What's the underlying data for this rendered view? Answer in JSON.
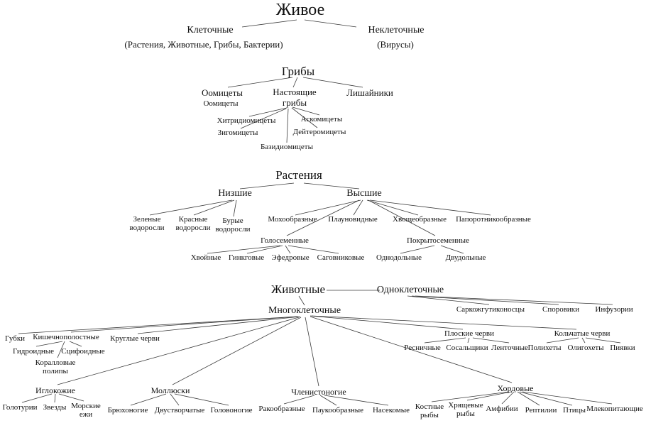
{
  "diagram": {
    "root": "Живое",
    "cellular": "Клеточные",
    "cellular_sub": "(Растения, Животные, Грибы, Бактерии)",
    "noncellular": "Неклеточные",
    "noncellular_sub": "(Вирусы)"
  },
  "fungi": {
    "title": "Грибы",
    "oomycetes": "Оомицеты",
    "true_fungi": "Настоящие грибы",
    "lichens": "Лишайники",
    "oomycetes_small": "Оомицеты",
    "chytridiomycetes": "Хитридиомицеты",
    "ascomycetes": "Аскомицеты",
    "zygomycetes": "Зигомицеты",
    "deuteromycetes": "Дейтеромицеты",
    "basidiomycetes": "Базидиомицеты"
  },
  "plants": {
    "title": "Растения",
    "lower": "Низшие",
    "higher": "Высшие",
    "green_algae": "Зеленые водоросли",
    "red_algae": "Красные водоросли",
    "brown_algae": "Бурые водоросли",
    "mosses": "Мохообразные",
    "lycophytes": "Плауновидные",
    "horsetails": "Хвощеобразные",
    "ferns": "Папоротникообразные",
    "gymnosperms": "Голосеменные",
    "angiosperms": "Покрытосеменные",
    "conifers": "Хвойные",
    "ginkgo": "Гинкговые",
    "ephedra": "Эфедровые",
    "cycads": "Саговниковые",
    "monocots": "Однодольные",
    "dicots": "Двудольные"
  },
  "animals": {
    "title": "Животные",
    "unicellular": "Одноклеточные",
    "multicellular": "Многоклеточные",
    "sarcomastigophora": "Саркожгутиконосцы",
    "sporozoa": "Споровики",
    "ciliates": "Инфузории",
    "sponges": "Губки",
    "cnidarians": "Кишечнополостные",
    "hydrozoa": "Гидроидные",
    "scyphozoa": "Сцифоидные",
    "coral_polyps": "Коралловые полипы",
    "roundworms": "Круглые черви",
    "flatworms": "Плоские черви",
    "turbellaria": "Ресничные",
    "flukes": "Сосальщики",
    "tapeworms": "Ленточные",
    "annelids": "Кольчатые черви",
    "polychaetes": "Полихеты",
    "oligochaetes": "Олигохеты",
    "leeches": "Пиявки",
    "echinoderms": "Иглокожие",
    "holothurians": "Голотурии",
    "starfish": "Звезды",
    "sea_urchins": "Морские ежи",
    "mollusks": "Моллюски",
    "gastropods": "Брюхоногие",
    "bivalves": "Двустворчатые",
    "cephalopods": "Головоногие",
    "arthropods": "Членистоногие",
    "crustaceans": "Ракообразные",
    "arachnids": "Паукообразные",
    "insects": "Насекомые",
    "chordates": "Хордовые",
    "bony_fish": "Костные рыбы",
    "cartilaginous_fish": "Хрящевые рыбы",
    "amphibians": "Амфибии",
    "reptiles": "Рептилии",
    "birds": "Птицы",
    "mammals": "Млекопитающие"
  }
}
